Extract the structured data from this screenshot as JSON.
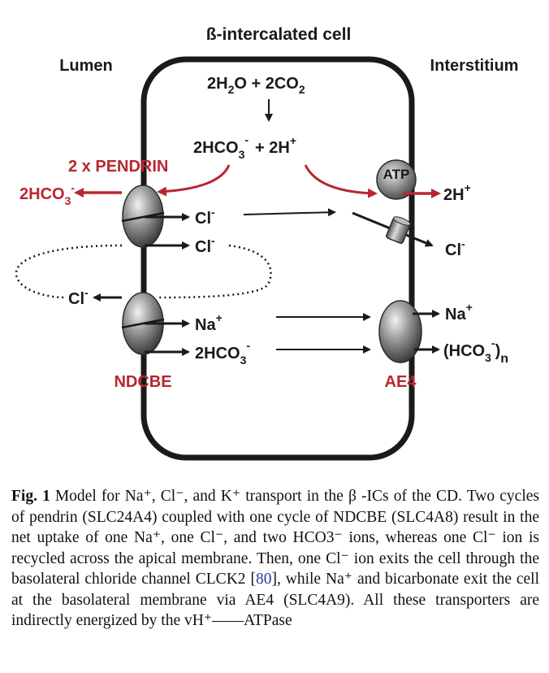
{
  "labels": {
    "title": "ß-intercalated cell",
    "lumen": "Lumen",
    "interstitium": "Interstitium",
    "pendrin": "2 x PENDRIN",
    "ndcbe": "NDCBE",
    "ae4": "AE4",
    "atp": "ATP"
  },
  "species": {
    "reaction_2h2o": "2H",
    "reaction_h2o_sub": "2",
    "reaction_o_plus": "O + 2CO",
    "reaction_co2_sub": "2",
    "hco3_base": "2HCO",
    "hco3_sub": "3",
    "hco3_sup": "-",
    "plus_h": "+ 2H",
    "h_sup": "+",
    "lumen_hco3_base": "2HCO",
    "lumen_hco3_sub": "3",
    "lumen_hco3_sup": "-",
    "cl_1": "Cl",
    "cl_1_sup": "-",
    "cl_2": "Cl",
    "cl_2_sup": "-",
    "cl_lumen": "Cl",
    "cl_lumen_sup": "-",
    "na_in": "Na",
    "na_in_sup": "+",
    "hco3_in_base": "2HCO",
    "hco3_in_sub": "3",
    "hco3_in_sup": "-",
    "h_out": "2H",
    "h_out_sup": "+",
    "cl_out": "Cl",
    "cl_out_sup": "-",
    "na_out": "Na",
    "na_out_sup": "+",
    "hco3n_open": "(HCO",
    "hco3n_sub": "3",
    "hco3n_sup": "-",
    "hco3n_close": ")",
    "hco3n_n": "n"
  },
  "caption": {
    "lead": "Fig. 1",
    "text_before_ref": "Model for Na⁺, Cl⁻, and K⁺ transport in the β -ICs of the CD. Two cycles of pendrin (SLC24A4) coupled with one cycle of NDCBE (SLC4A8) result in the net uptake of one Na⁺, one Cl⁻, and two HCO3⁻ ions, whereas one Cl⁻ ion is recycled across the apical membrane. Then, one Cl⁻ ion exits the cell through the basolateral chloride channel CLCK2 [",
    "ref": "80",
    "text_after_ref": "], while Na⁺ and bicarbonate exit the cell at the basolateral membrane via AE4 (SLC4A9). All these transporters are indirectly energized by the vH⁺——ATPase"
  },
  "colors": {
    "accent_red": "#b8262f",
    "membrane": "#1a1a1a"
  }
}
